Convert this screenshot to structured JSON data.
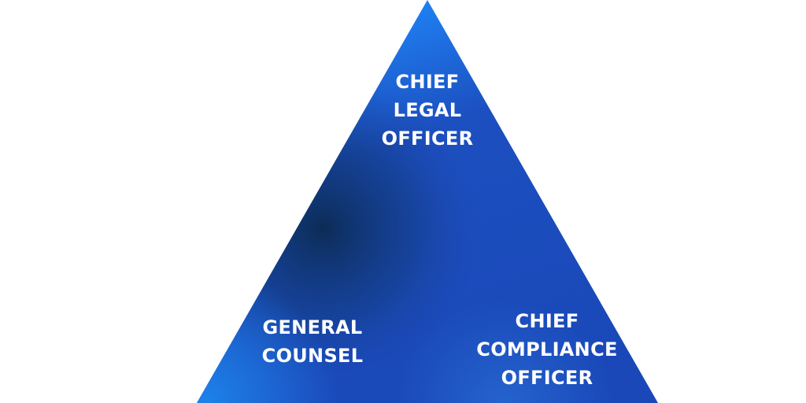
{
  "diagram": {
    "shape": "triangle",
    "colors": {
      "apex": "#1f8cff",
      "center_dark": "#0d2f5e",
      "mid": "#1a45a8",
      "bottom_right": "#1f4fd0",
      "bottom_left": "#1c7fe0",
      "text": "#ffffff"
    },
    "vertices": [
      {
        "id": "top",
        "lines": [
          "CHIEF",
          "LEGAL",
          "OFFICER"
        ]
      },
      {
        "id": "bottom-left",
        "lines": [
          "GENERAL",
          "COUNSEL"
        ]
      },
      {
        "id": "bottom-right",
        "lines": [
          "CHIEF",
          "COMPLIANCE",
          "OFFICER"
        ]
      }
    ]
  }
}
